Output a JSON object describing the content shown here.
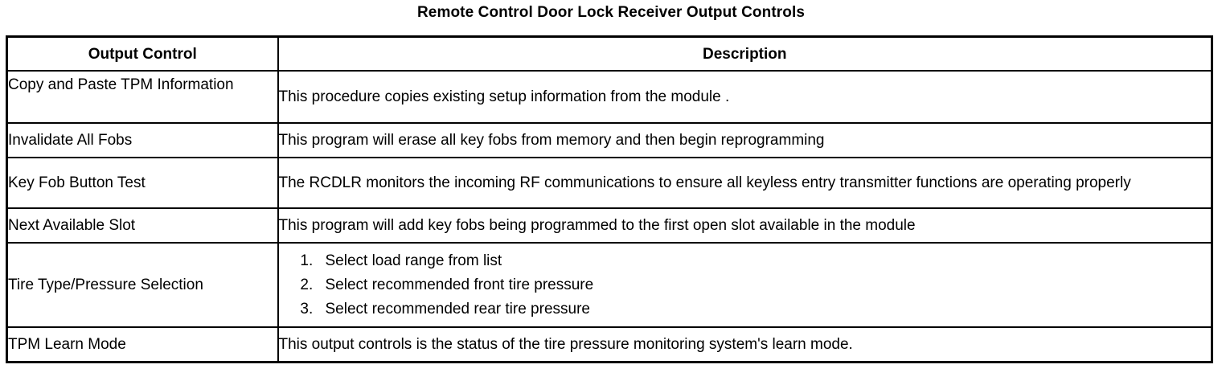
{
  "document": {
    "title": "Remote Control Door Lock Receiver Output Controls"
  },
  "table": {
    "headers": {
      "col1": "Output Control",
      "col2": "Description"
    },
    "rows": [
      {
        "name": "Copy and Paste TPM Information",
        "description": "This procedure copies existing setup information from the module ."
      },
      {
        "name": "Invalidate All Fobs",
        "description": "This program will erase all key fobs from memory and then begin reprogramming"
      },
      {
        "name": "Key Fob Button Test",
        "description": "The RCDLR monitors the incoming RF communications to ensure all keyless entry transmitter functions are operating properly"
      },
      {
        "name": "Next Available Slot",
        "description": "This program will add key fobs being programmed to the first open slot available in the module"
      },
      {
        "name": "Tire Type/Pressure Selection",
        "description_steps": [
          "Select load range from list",
          "Select recommended front tire pressure",
          "Select recommended rear tire pressure"
        ]
      },
      {
        "name": "TPM Learn Mode",
        "description": "This output controls is the status of the tire pressure monitoring system's learn mode."
      }
    ]
  },
  "colors": {
    "text": "#000000",
    "background": "#ffffff",
    "border": "#000000"
  }
}
